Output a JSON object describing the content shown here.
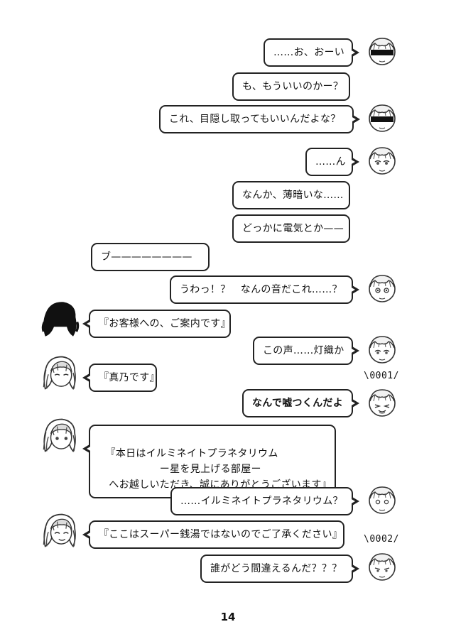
{
  "messages": [
    {
      "id": "m1",
      "text": "……お、おーい"
    },
    {
      "id": "m2",
      "text": "も、もういいのかー？"
    },
    {
      "id": "m3",
      "text": "これ、目隠し取ってもいいんだよな？"
    },
    {
      "id": "m4",
      "text": "……ん"
    },
    {
      "id": "m5",
      "text": "なんか、薄暗いな……"
    },
    {
      "id": "m6",
      "text": "どっかに電気とか——"
    },
    {
      "id": "m7",
      "text": "ブ————————"
    },
    {
      "id": "m8",
      "text": "うわっ！？　なんの音だこれ……？"
    },
    {
      "id": "m9",
      "text": "『お客様への、ご案内です』"
    },
    {
      "id": "m10",
      "text": "この声……灯織か"
    },
    {
      "id": "m11",
      "text": "『真乃です』"
    },
    {
      "id": "m12",
      "text": "なんで嘘つくんだよ"
    },
    {
      "id": "m13",
      "text": "『本日はイルミネイトプラネタリウム\n　　　　　　ー星を見上げる部屋ー\n　へお越しいただき、誠にありがとうございます』"
    },
    {
      "id": "m14",
      "text": "……イルミネイトプラネタリウム？"
    },
    {
      "id": "m15",
      "text": "『ここはスーパー銭湯ではないのでご了承ください』"
    },
    {
      "id": "m16",
      "text": "誰がどう間違えるんだ？？？"
    }
  ],
  "badges": [
    "\\0001/",
    "\\0002/"
  ],
  "page_number": "14",
  "icons": {
    "boy_blindfold": "blindfolded-boy-avatar-icon",
    "boy": "boy-avatar-icon",
    "boy_grin": "grinning-boy-avatar-icon",
    "girl_silhouette": "silhouette-girl-avatar-icon",
    "girl": "long-hair-girl-avatar-icon",
    "girl_smile": "smiling-girl-avatar-icon"
  }
}
